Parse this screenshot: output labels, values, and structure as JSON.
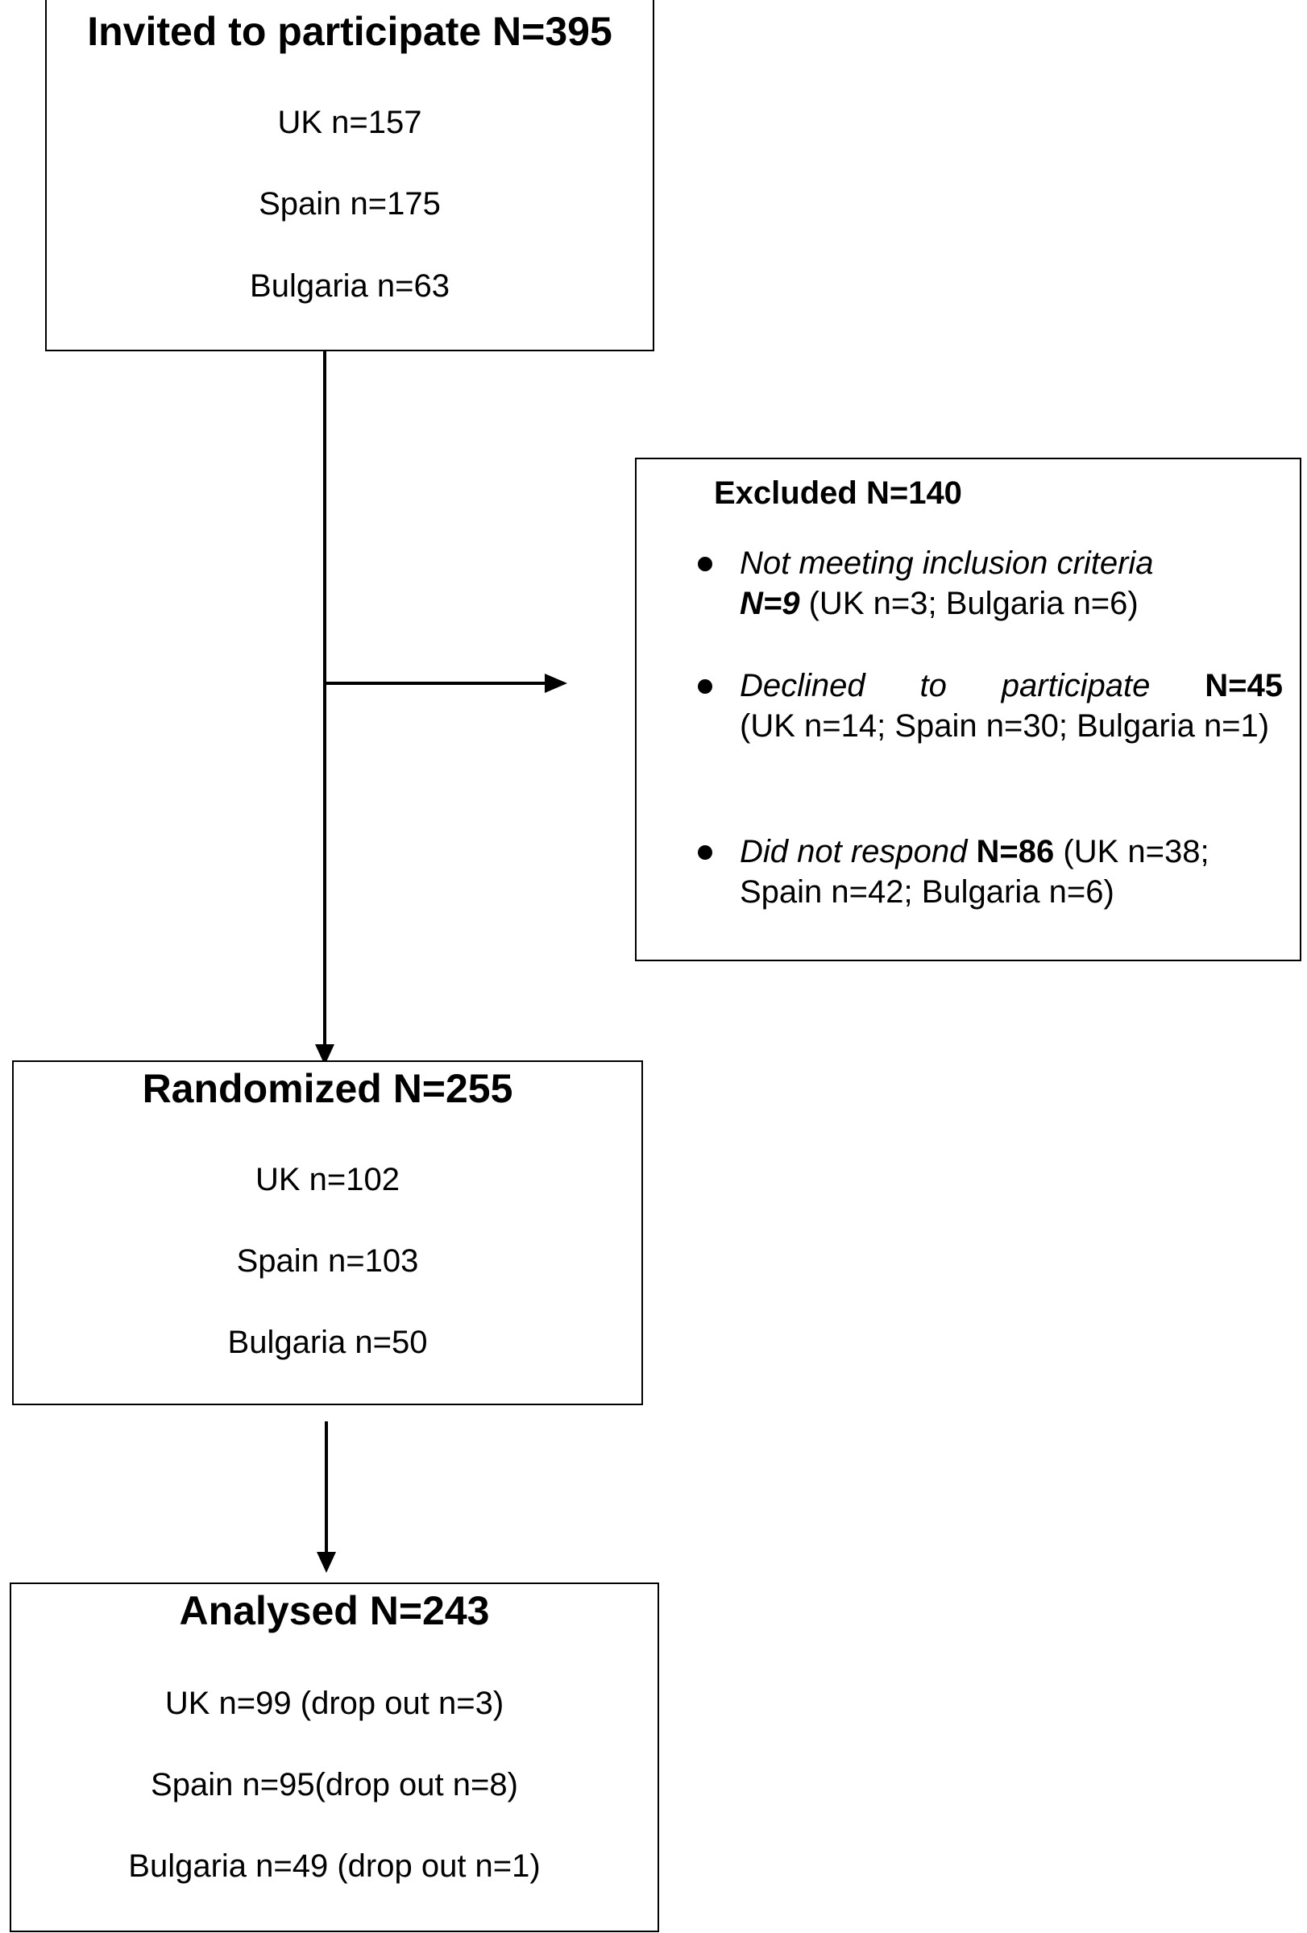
{
  "invited": {
    "title": "Invited to participate N=395",
    "lines": [
      "UK n=157",
      "Spain n=175",
      "Bulgaria n=63"
    ]
  },
  "excluded": {
    "title": "Excluded N=140",
    "items": [
      {
        "reason": "Not meeting inclusion criteria",
        "count": "N=9",
        "detail": " (UK n=3; Bulgaria n=6)"
      },
      {
        "reason": "Declined to participate",
        "count": "N=45",
        "detail": "(UK n=14; Spain n=30; Bulgaria n=1)"
      },
      {
        "reason": "Did not respond",
        "count": "N=86",
        "detail": " (UK n=38; Spain n=42; Bulgaria n=6)"
      }
    ]
  },
  "randomized": {
    "title": "Randomized N=255",
    "lines": [
      "UK n=102",
      "Spain n=103",
      "Bulgaria n=50"
    ]
  },
  "analysed": {
    "title": "Analysed N=243",
    "lines": [
      "UK n=99 (drop out n=3)",
      "Spain n=95(drop out n=8)",
      "Bulgaria n=49 (drop out n=1)"
    ]
  }
}
